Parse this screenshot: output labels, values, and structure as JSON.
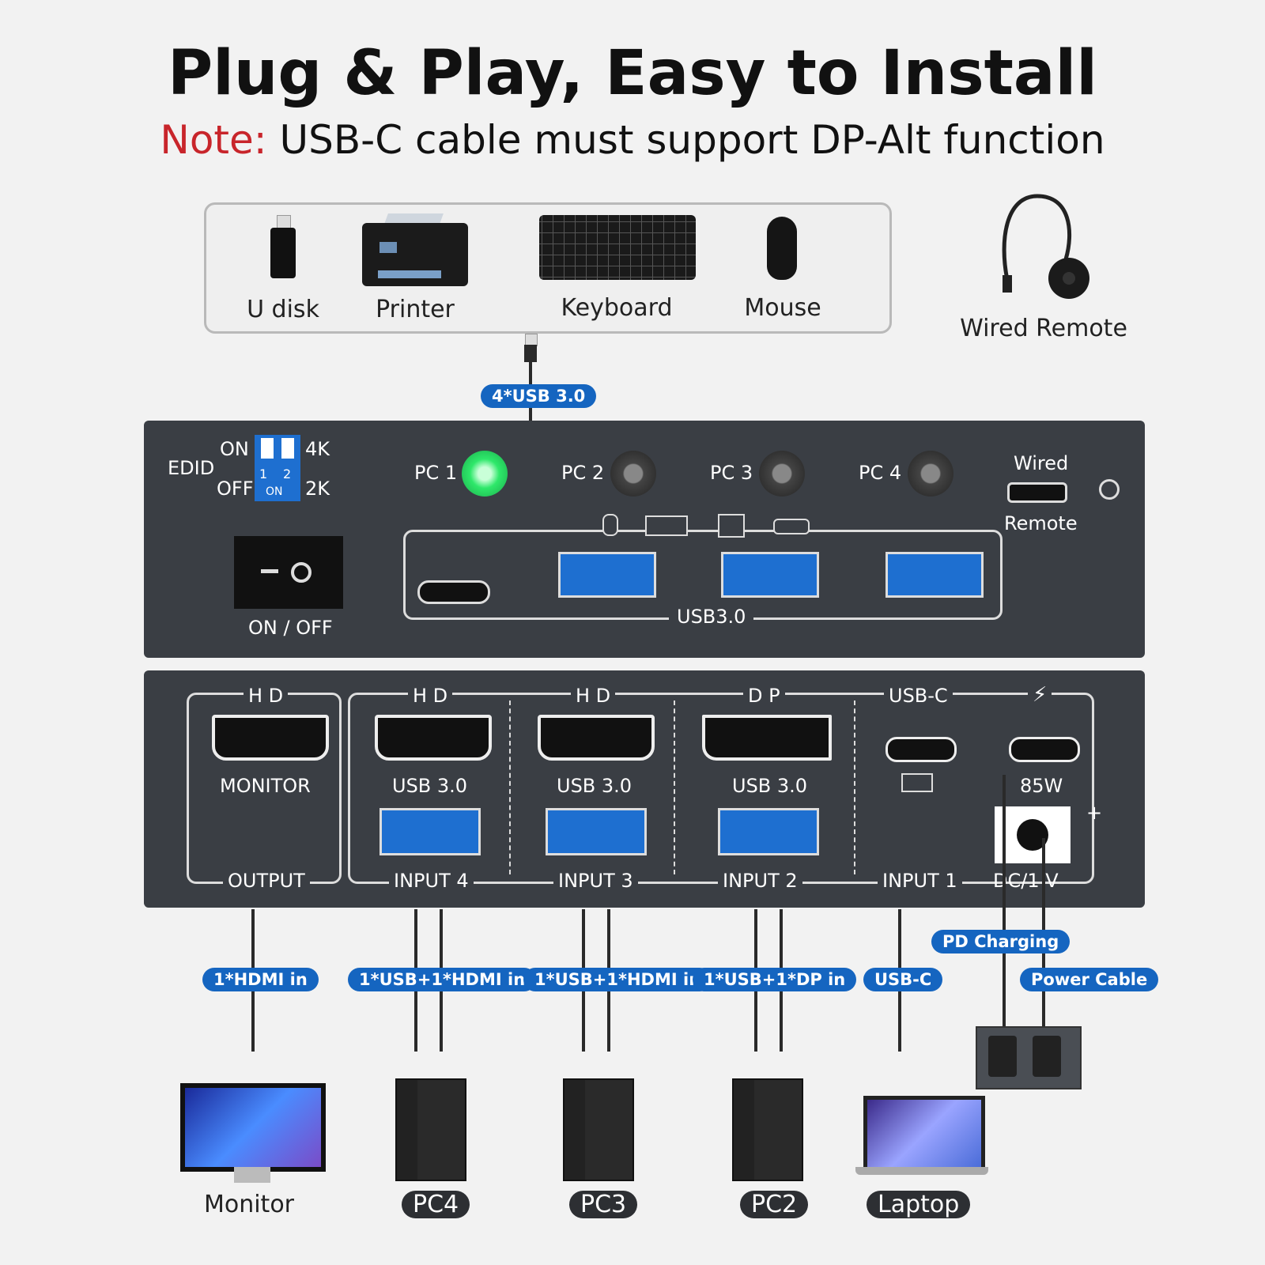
{
  "header": {
    "title": "Plug & Play, Easy to Install",
    "note_label": "Note:",
    "note_text": " USB-C cable must support DP-Alt function"
  },
  "peripherals": {
    "u_disk": "U disk",
    "printer": "Printer",
    "keyboard": "Keyboard",
    "mouse": "Mouse",
    "wired_remote": "Wired Remote"
  },
  "usb_hub_cable": "4*USB 3.0",
  "front_panel": {
    "edid": "EDID",
    "on": "ON",
    "off": "OFF",
    "res_4k": "4K",
    "res_2k": "2K",
    "dip_1": "1",
    "dip_2": "2",
    "dip_on": "ON",
    "power_label": "ON / OFF",
    "pc1": "PC 1",
    "pc2": "PC 2",
    "pc3": "PC 3",
    "pc4": "PC 4",
    "wired": "Wired",
    "remote": "Remote",
    "usb_group": "USB3.0"
  },
  "rear_panel": {
    "hd": "H D",
    "dp": "D P",
    "usbc": "USB-C",
    "monitor": "MONITOR",
    "usb30": "USB 3.0",
    "w85": "85W",
    "output": "OUTPUT",
    "input4": "INPUT 4",
    "input3": "INPUT 3",
    "input2": "INPUT 2",
    "input1": "INPUT 1",
    "dc": "DC/1 V"
  },
  "cable_labels": {
    "hdmi_in": "1*HDMI in",
    "usb_hdmi_4": "1*USB+1*HDMI in",
    "usb_hdmi_3": "1*USB+1*HDMI in",
    "usb_dp": "1*USB+1*DP in",
    "usbc": "USB-C",
    "pd": "PD Charging",
    "power": "Power Cable"
  },
  "devices": {
    "monitor": "Monitor",
    "pc4": "PC4",
    "pc3": "PC3",
    "pc2": "PC2",
    "laptop": "Laptop"
  },
  "colors": {
    "panel": "#3a3e44",
    "accent_blue": "#1565c0",
    "note_red": "#c8252b",
    "led_green": "#2ee86a"
  }
}
